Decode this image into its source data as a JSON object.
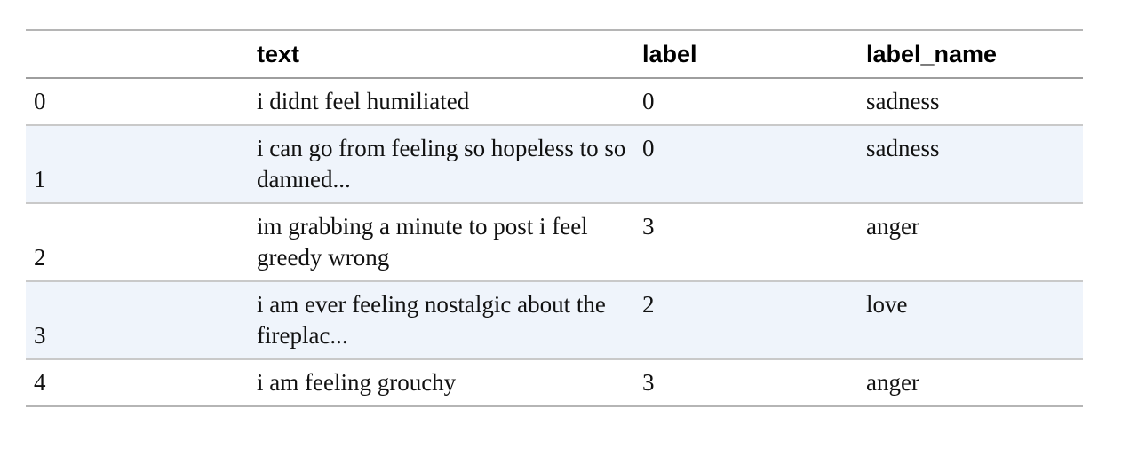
{
  "table": {
    "columns": [
      "",
      "text",
      "label",
      "label_name"
    ],
    "rows": [
      {
        "index": "0",
        "text": "i didnt feel humiliated",
        "label": "0",
        "label_name": "sadness"
      },
      {
        "index": "1",
        "text": "i can go from feeling so hopeless to so damned...",
        "label": "0",
        "label_name": "sadness"
      },
      {
        "index": "2",
        "text": "im grabbing a minute to post i feel greedy wrong",
        "label": "3",
        "label_name": "anger"
      },
      {
        "index": "3",
        "text": "i am ever feeling nostalgic about the fireplac...",
        "label": "2",
        "label_name": "love"
      },
      {
        "index": "4",
        "text": "i am feeling grouchy",
        "label": "3",
        "label_name": "anger"
      }
    ]
  },
  "colors": {
    "stripe": "#eff4fb",
    "border": "#b5b5b5"
  }
}
